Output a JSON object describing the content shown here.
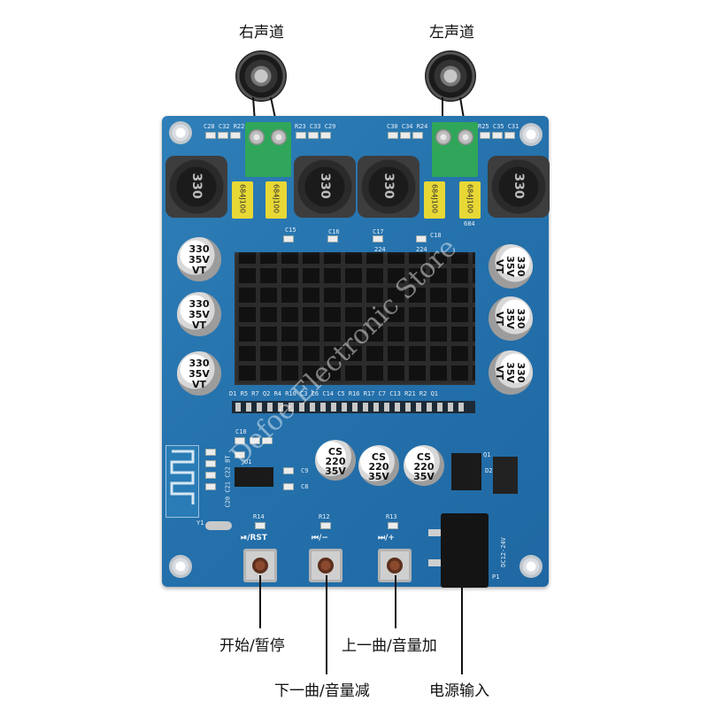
{
  "labels": {
    "right_channel": "右声道",
    "left_channel": "左声道",
    "play_pause": "开始/暂停",
    "prev_vol_down": "下一曲/音量减",
    "next_vol_up": "上一曲/音量加",
    "power_input": "电源输入"
  },
  "board": {
    "watermark": "Defoe Electronic Store",
    "inductor_text": "330",
    "ycap_text": "684J100",
    "ecap_text": [
      "330",
      "35V",
      "VT"
    ],
    "small_cap_text": [
      "CS",
      "220",
      "35V"
    ],
    "btn1_label": "⏯/RST",
    "btn2_label": "⏮/−",
    "btn3_label": "⏭/+",
    "dc_label": "DC12-24V",
    "silk": {
      "r14": "R14",
      "r12": "R12",
      "r13": "R13",
      "c28": "C28 C32 R22",
      "r23": "R23 C33 C29",
      "c30": "C30 C34 R24",
      "r25": "R25 C35 C31",
      "c15": "C15",
      "c16": "C16",
      "c17": "C17",
      "c18": "C18",
      "v224a": "224",
      "v224b": "224",
      "v684": "684",
      "strip": "D1 R5 R7 Q2 R4 R10 C3 C6 C14 C5 R16 R17 C7 C13 R21 R2 Q1",
      "p1": "P1",
      "d2": "D2",
      "q1": "Q1",
      "c9": "C9",
      "c8": "C8",
      "c10": "C10",
      "u1": "U1",
      "y1": "Y1",
      "c20": "C20 C21 C22 BT"
    }
  }
}
